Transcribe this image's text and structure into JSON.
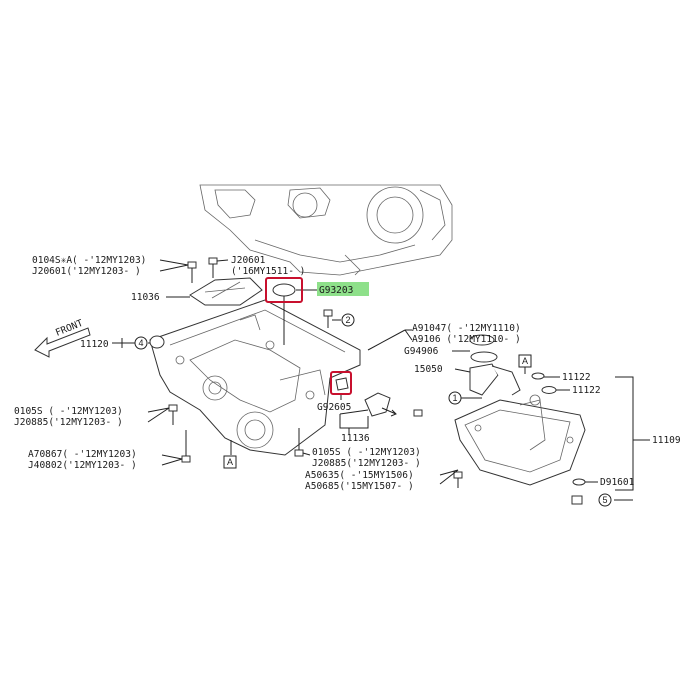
{
  "colors": {
    "highlight": "#c8102e",
    "tag": "#8ee08a",
    "line": "#222222"
  },
  "front_label": "FRONT",
  "labels": {
    "l_0104s": "0104S✳A( -'12MY1203)",
    "l_j20601_a": "J20601('12MY1203- )",
    "l_j20601_b": "J20601",
    "l_16my": "('16MY1511- )",
    "l_11036": "11036",
    "l_g93203": "G93203",
    "l_11120": "11120",
    "l_0105s_a": "0105S  ( -'12MY1203)",
    "l_j20885_a": "J20885('12MY1203- )",
    "l_a70867": "A70867( -'12MY1203)",
    "l_j40802": "J40802('12MY1203- )",
    "l_a91047": "A91047( -'12MY1110)",
    "l_a9106": "A9106  ('12MY1110- )",
    "l_g94906": "G94906",
    "l_15050": "15050",
    "l_11122_a": "11122",
    "l_11122_b": "11122",
    "l_11109": "11109",
    "l_g92605": "G92605",
    "l_11136": "11136",
    "l_0105s_b": "0105S  ( -'12MY1203)",
    "l_j20885_b": "J20885('12MY1203- )",
    "l_a50635": "A50635( -'15MY1506)",
    "l_a50685": "A50685('15MY1507- )",
    "l_d91601": "D91601"
  },
  "refs": {
    "r2": "2",
    "r4": "4",
    "r1": "1",
    "r5": "5",
    "a1": "A",
    "a2": "A"
  }
}
